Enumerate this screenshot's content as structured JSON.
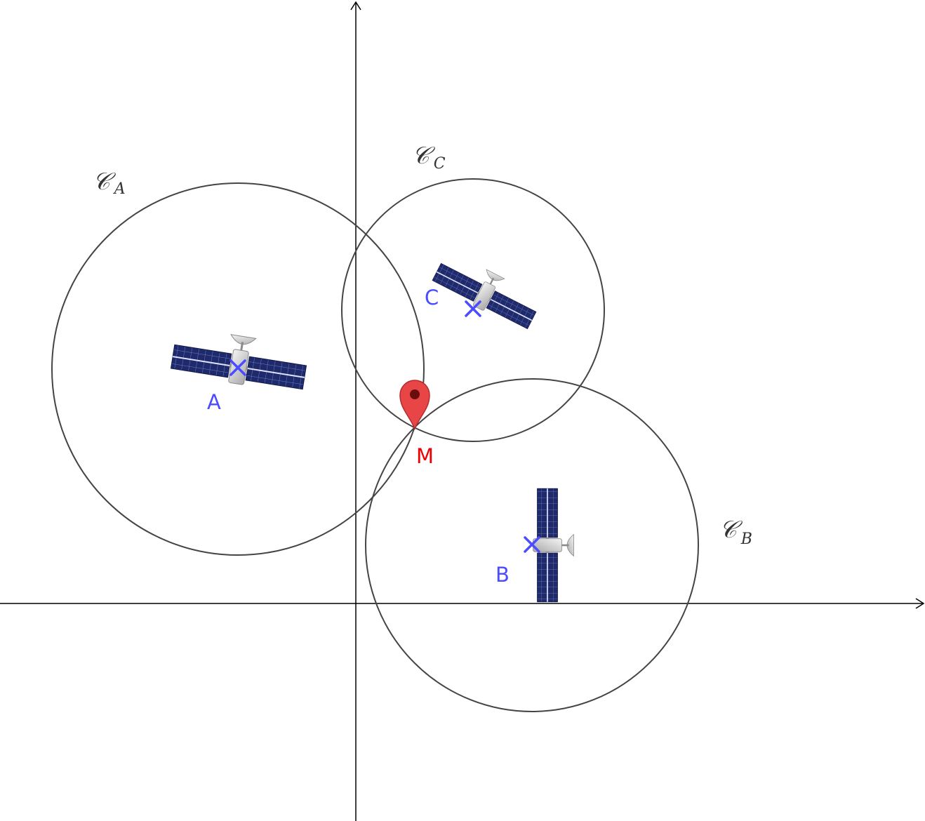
{
  "points": {
    "A": {
      "label": "A",
      "color": "#4b4bff"
    },
    "B": {
      "label": "B",
      "color": "#4b4bff"
    },
    "C": {
      "label": "C",
      "color": "#4b4bff"
    },
    "M": {
      "label": "M",
      "color": "#ee0000"
    }
  },
  "circles": {
    "A": {
      "script_letter": "𝒞",
      "subscript": "A"
    },
    "B": {
      "script_letter": "𝒞",
      "subscript": "B"
    },
    "C": {
      "script_letter": "𝒞",
      "subscript": "C"
    }
  },
  "icons": [
    "satellite-icon",
    "location-pin-icon",
    "point-marker-icon"
  ],
  "colors": {
    "axis": "#000000",
    "circle": "#444444",
    "point": "#4b4bff",
    "pin": "#e84646",
    "solar_panel": "#1f2a6b"
  }
}
